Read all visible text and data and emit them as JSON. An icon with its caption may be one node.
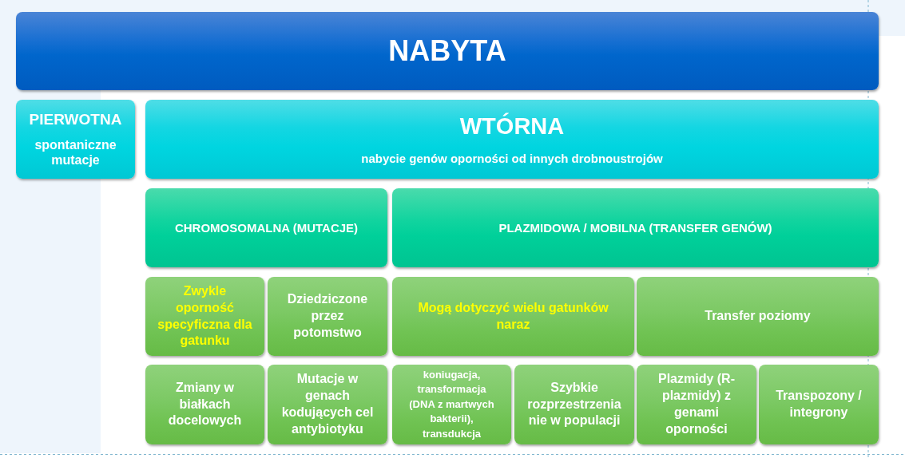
{
  "diagram": {
    "nodes": [
      {
        "text": [
          "NABYTA"
        ]
      },
      {
        "text": [
          "PIERWOTNA",
          "spontaniczne mutacje"
        ]
      },
      {
        "text": [
          "WTÓRNA",
          "nabycie genów oporności od innych drobnoustrojów"
        ]
      },
      {
        "text": [
          "CHROMOSOMALNA (MUTACJE)"
        ]
      },
      {
        "text": [
          "PLAZMIDOWA / MOBILNA (TRANSFER GENÓW)"
        ]
      },
      {
        "text": [
          "Zwykle oporność specyficzna dla gatunku"
        ]
      },
      {
        "text": [
          "Dziedziczone przez potomstwo"
        ]
      },
      {
        "text": [
          "Mogą dotyczyć wielu gatunków naraz"
        ]
      },
      {
        "text": [
          "Transfer poziomy"
        ]
      },
      {
        "text": [
          "Zmiany w białkach docelowych"
        ]
      },
      {
        "text": [
          "Mutacje w genach kodujących cel antybiotyku"
        ]
      },
      {
        "text": [
          "koniugacja, transformacja (DNA z martwych bakterii), transdukcja"
        ]
      },
      {
        "text": [
          "Szybkie rozprzestrzenia nie w populacji"
        ]
      },
      {
        "text": [
          "Plazmidy (R-plazmidy) z genami oporności"
        ]
      },
      {
        "text": [
          "Transpozony / integrony"
        ]
      }
    ]
  }
}
